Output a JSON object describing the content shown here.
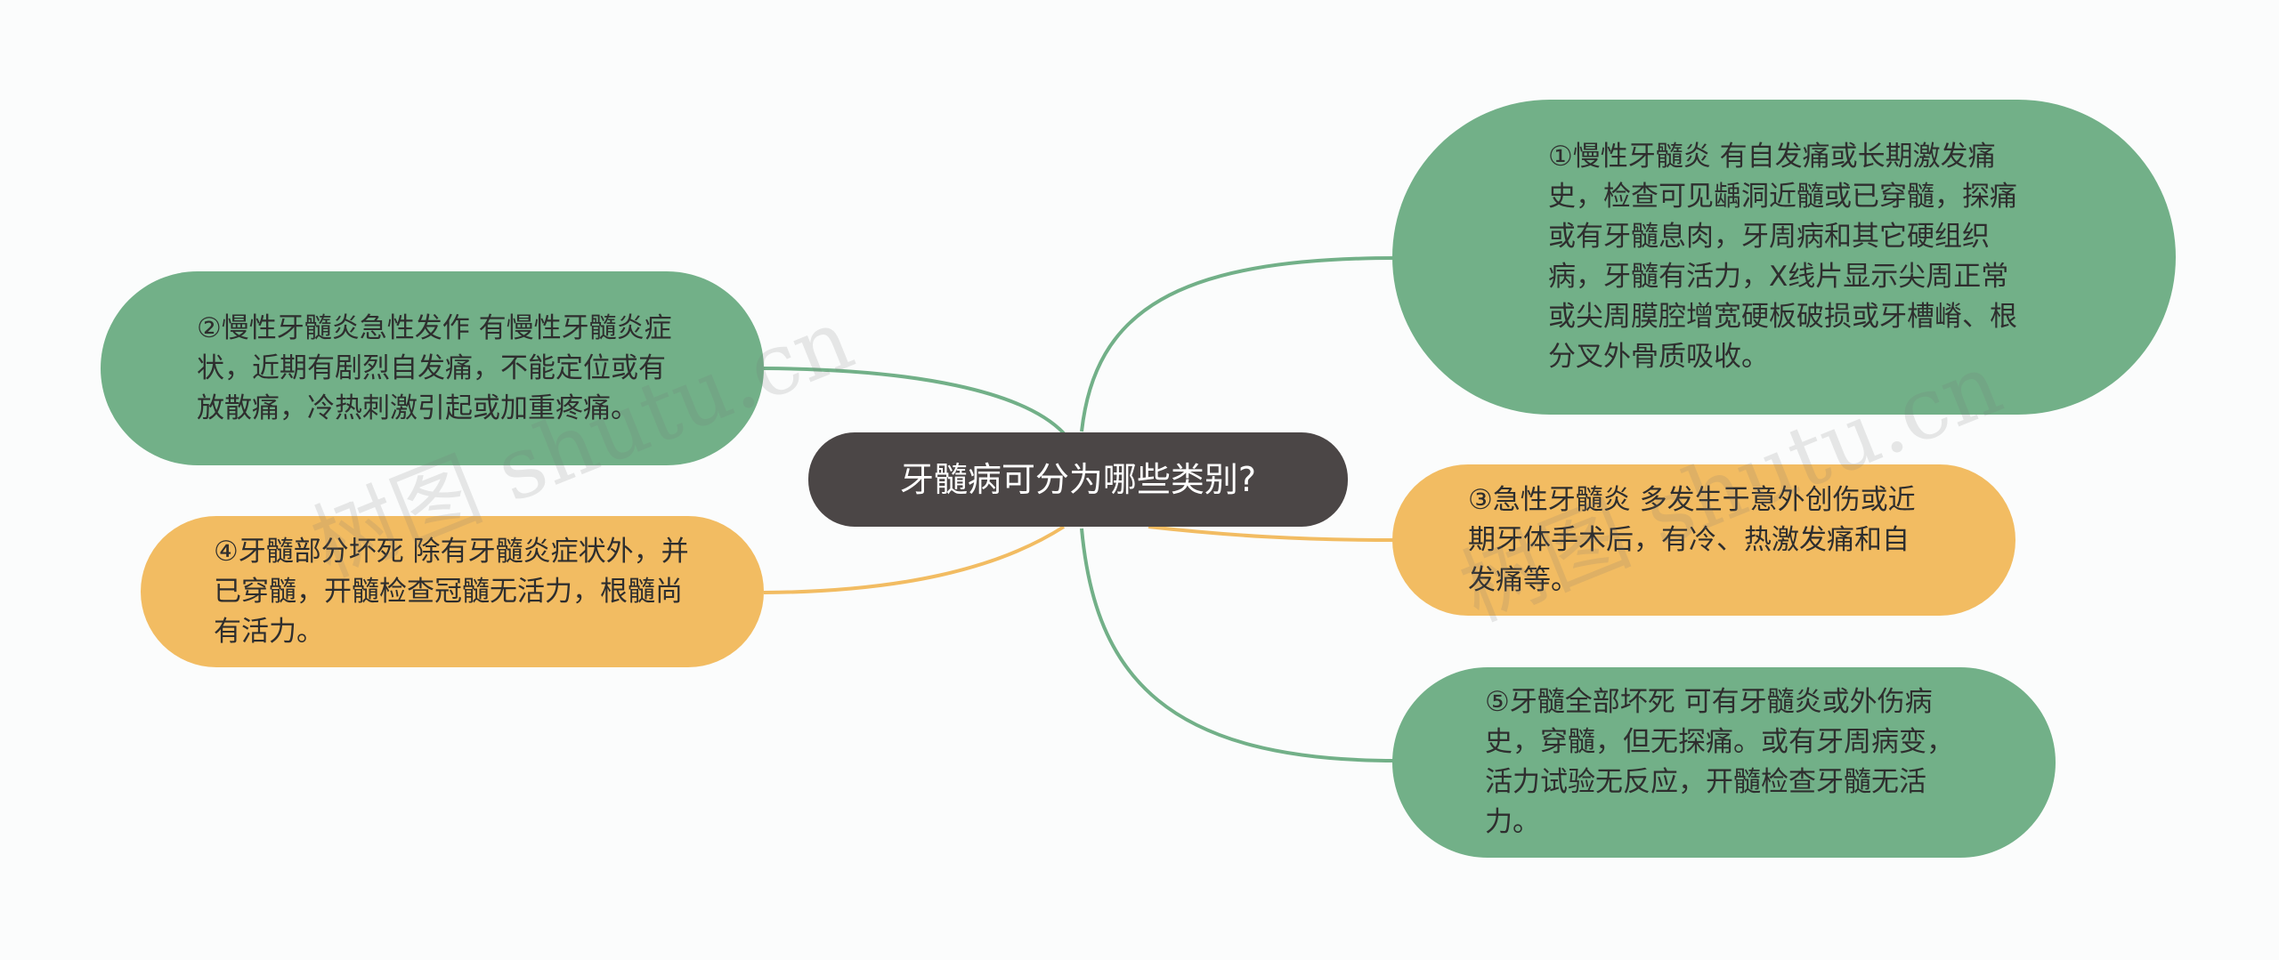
{
  "colors": {
    "green": "#72b088",
    "orange": "#f2bc62",
    "dark": "#4b4646",
    "line_green": "#72b088",
    "line_orange": "#f2bc62"
  },
  "center": {
    "label": "牙髓病可分为哪些类别?"
  },
  "branches": [
    {
      "id": "b1",
      "label": "①慢性牙髓炎 有自发痛或长期激发痛史，检查可见龋洞近髓或已穿髓，探痛或有牙髓息肉，牙周病和其它硬组织病，牙髓有活力，X线片显示尖周正常或尖周膜腔增宽硬板破损或牙槽嵴、根分叉外骨质吸收。"
    },
    {
      "id": "b2",
      "label": "②慢性牙髓炎急性发作 有慢性牙髓炎症状，近期有剧烈自发痛，不能定位或有放散痛，冷热刺激引起或加重疼痛。"
    },
    {
      "id": "b3",
      "label": "③急性牙髓炎 多发生于意外创伤或近期牙体手术后，有冷、热激发痛和自发痛等。"
    },
    {
      "id": "b4",
      "label": "④牙髓部分坏死 除有牙髓炎症状外，并已穿髓，开髓检查冠髓无活力，根髓尚有活力。"
    },
    {
      "id": "b5",
      "label": "⑤牙髓全部坏死 可有牙髓炎或外伤病史，穿髓，但无探痛。或有牙周病变，活力试验无反应，开髓检查牙髓无活力。"
    }
  ],
  "watermarks": {
    "left": "树图 shutu.cn",
    "right": "树图 shutu.cn"
  }
}
